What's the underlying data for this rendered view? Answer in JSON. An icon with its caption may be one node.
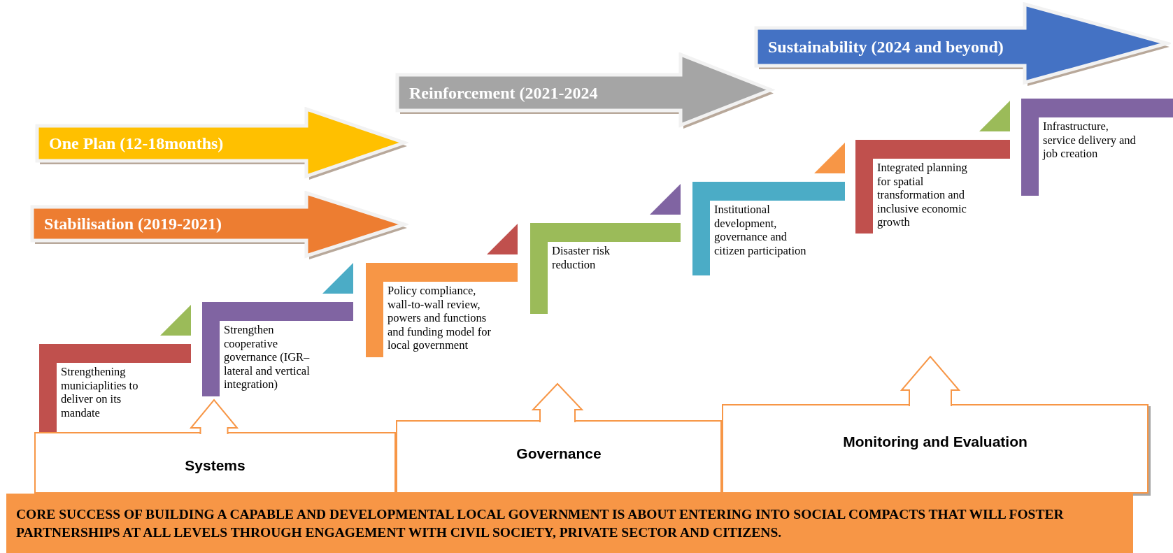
{
  "diagram": {
    "nodes": [
      {
        "text": [
          "Sustainability (2024 and beyond)"
        ]
      },
      {
        "text": [
          "Reinforcement (2021-2024"
        ]
      },
      {
        "text": [
          "One Plan (12-18months)"
        ]
      },
      {
        "text": [
          "Stabilisation (2019-2021)"
        ]
      },
      {
        "text": [
          "Strengthening municiaplities to deliver on its mandate"
        ]
      },
      {
        "text": [
          "Strengthen cooperative governance (IGR– lateral and vertical integration)"
        ]
      },
      {
        "text": [
          "Policy compliance, wall-to-wall review, powers and functions and funding model for local government"
        ]
      },
      {
        "text": [
          "Disaster risk reduction"
        ]
      },
      {
        "text": [
          "Institutional development, governance and citizen participation"
        ]
      },
      {
        "text": [
          "Integrated planning for spatial transformation and inclusive economic growth"
        ]
      },
      {
        "text": [
          "Infrastructure, service delivery and job creation"
        ]
      },
      {
        "text": [
          "Systems"
        ]
      },
      {
        "text": [
          "Governance"
        ]
      },
      {
        "text": [
          "Monitoring and Evaluation"
        ]
      },
      {
        "text": [
          "CORE SUCCESS OF BUILDING A CAPABLE AND DEVELOPMENTAL LOCAL GOVERNMENT IS ABOUT ENTERING INTO SOCIAL COMPACTS THAT WILL FOSTER PARTNERSHIPS AT ALL LEVELS THROUGH ENGAGEMENT WITH CIVIL SOCIETY, PRIVATE SECTOR AND CITIZENS."
        ]
      }
    ],
    "edges": [
      {
        "from": 11,
        "to": null,
        "arrow": "to"
      },
      {
        "from": 12,
        "to": null,
        "arrow": "to"
      },
      {
        "from": 13,
        "to": null,
        "arrow": "to"
      }
    ]
  }
}
